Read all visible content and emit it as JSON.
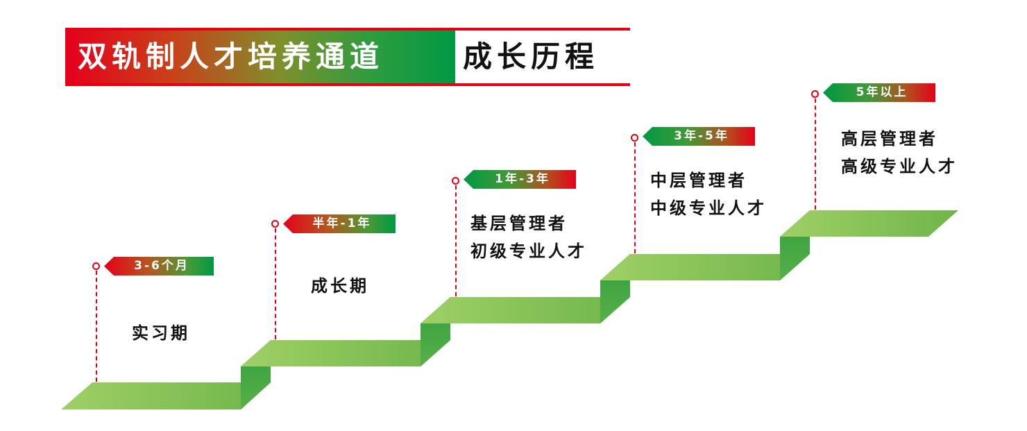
{
  "header": {
    "title": "双轨制人才培养通道",
    "subtitle": "成长历程"
  },
  "steps": [
    {
      "duration": "3-6个月",
      "lines": [
        "实习期"
      ]
    },
    {
      "duration": "半年-1年",
      "lines": [
        "成长期"
      ]
    },
    {
      "duration": "1年-3年",
      "lines": [
        "基层管理者",
        "初级专业人才"
      ]
    },
    {
      "duration": "3年-5年",
      "lines": [
        "中层管理者",
        "中级专业人才"
      ]
    },
    {
      "duration": "5年以上",
      "lines": [
        "高层管理者",
        "高级专业人才"
      ]
    }
  ],
  "colors": {
    "accent_red": "#e60012",
    "accent_green": "#009944",
    "stair_light": "#8cc63f",
    "stair_dark": "#2e9a3a"
  }
}
